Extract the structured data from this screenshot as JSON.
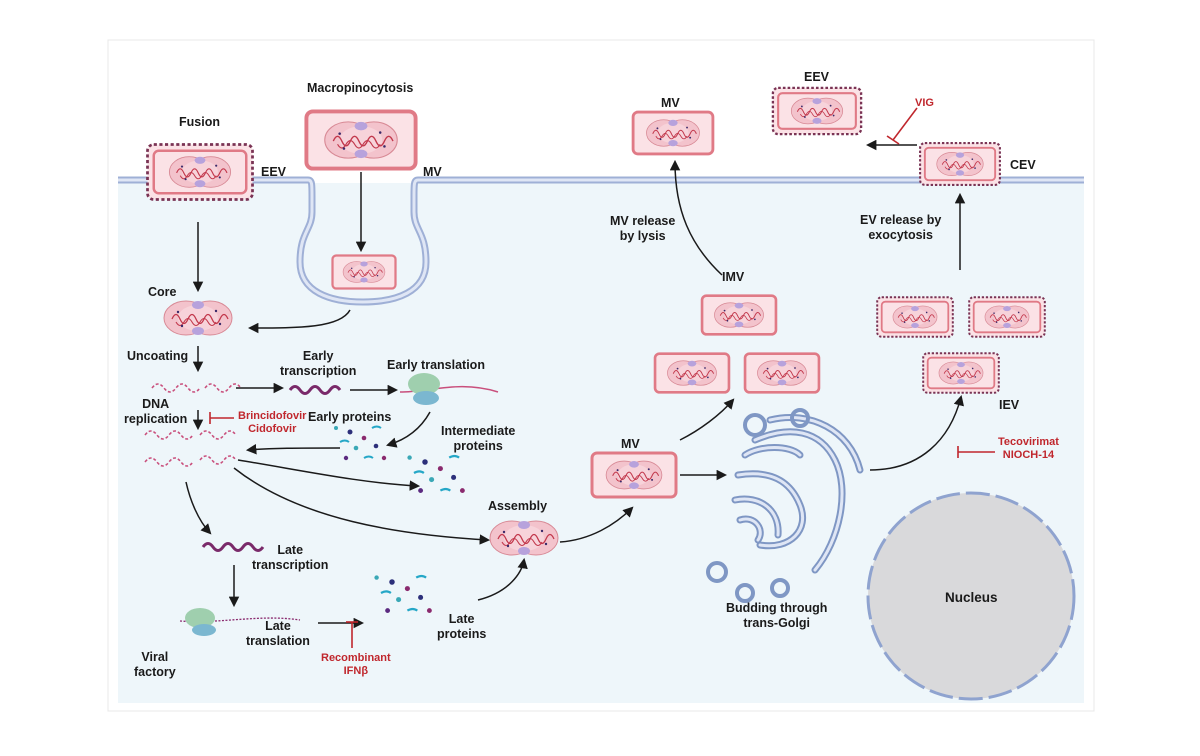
{
  "labels": {
    "fusion": "Fusion",
    "macropinocytosis": "Macropinocytosis",
    "eev_left": "EEV",
    "mv_left": "MV",
    "core": "Core",
    "uncoating": "Uncoating",
    "dna_replication": "DNA\nreplication",
    "early_transcription": "Early\ntranscription",
    "early_translation": "Early translation",
    "early_proteins": "Early proteins",
    "intermediate_proteins": "Intermediate\nproteins",
    "late_transcription": "Late\ntranscription",
    "late_translation": "Late\ntranslation",
    "late_proteins": "Late\nproteins",
    "viral_factory": "Viral\nfactory",
    "assembly": "Assembly",
    "mv_center": "MV",
    "imv": "IMV",
    "mv_top": "MV",
    "mv_release": "MV release\nby lysis",
    "eev_top": "EEV",
    "cev": "CEV",
    "ev_release": "EV release by\nexocytosis",
    "iev": "IEV",
    "budding": "Budding through\ntrans-Golgi",
    "nucleus": "Nucleus"
  },
  "inhibitors": {
    "brincidofovir": "Brincidofovir\nCidofovir",
    "vig": "VIG",
    "tecovirimat": "Tecovirimat\nNIOCH-14",
    "ifn": "Recombinant\nIFNβ"
  },
  "colors": {
    "inhibitor": "#c0272d",
    "virion_border": "#e07a86",
    "virion_fill": "#fbe2e6",
    "membrane": "#a9b8d9",
    "cytoplasm": "#eef6fa",
    "nucleus": "#d9d9db"
  }
}
